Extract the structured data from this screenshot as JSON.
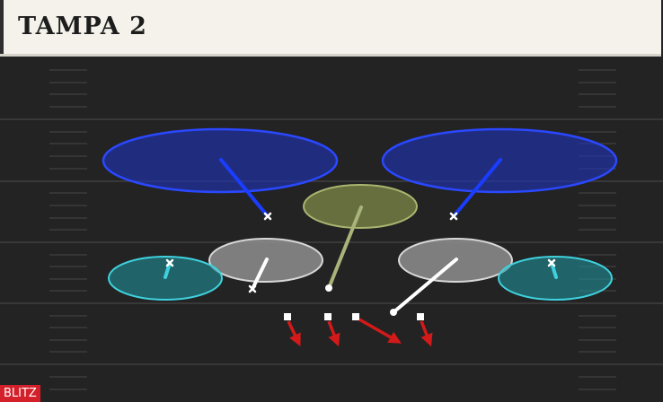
{
  "header": {
    "title": "TAMPA 2"
  },
  "footer": {
    "tag": "BLITZ"
  },
  "colors": {
    "deep_zone": "#2135c8",
    "hook_zone": "#8a8a8a",
    "middle_zone": "#7f8a4a",
    "flat_zone": "#1e8f98",
    "blitz_arrow": "#d31a1a",
    "field": "#232323"
  },
  "diagram": {
    "zones": [
      {
        "name": "deep-half-left",
        "type": "deep"
      },
      {
        "name": "deep-half-right",
        "type": "deep"
      },
      {
        "name": "middle-hole",
        "type": "middle"
      },
      {
        "name": "hook-curl-left",
        "type": "hook"
      },
      {
        "name": "hook-curl-right",
        "type": "hook"
      },
      {
        "name": "flat-left",
        "type": "flat"
      },
      {
        "name": "flat-right",
        "type": "flat"
      }
    ],
    "defenders": [
      {
        "name": "safety-left",
        "marker": "x"
      },
      {
        "name": "safety-right",
        "marker": "x"
      },
      {
        "name": "middle-linebacker",
        "marker": "dot"
      },
      {
        "name": "outside-linebacker-left",
        "marker": "x"
      },
      {
        "name": "outside-linebacker-right",
        "marker": "dot"
      },
      {
        "name": "cornerback-left",
        "marker": "x"
      },
      {
        "name": "cornerback-right",
        "marker": "x"
      }
    ],
    "rushers": [
      {
        "name": "rusher-1",
        "marker": "square"
      },
      {
        "name": "rusher-2",
        "marker": "square"
      },
      {
        "name": "rusher-3",
        "marker": "square"
      },
      {
        "name": "rusher-4",
        "marker": "square"
      }
    ]
  }
}
